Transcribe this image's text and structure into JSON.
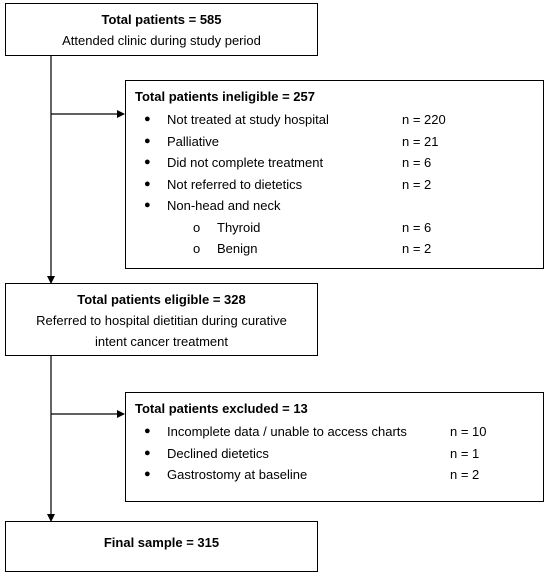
{
  "box1": {
    "title": "Total patients = 585",
    "subtitle": "Attended clinic during study period"
  },
  "ineligible": {
    "title": "Total patients ineligible = 257",
    "items": [
      {
        "label": "Not treated at study hospital",
        "value": "n = 220"
      },
      {
        "label": "Palliative",
        "value": "n = 21"
      },
      {
        "label": "Did not complete treatment",
        "value": "n = 6"
      },
      {
        "label": "Not referred to dietetics",
        "value": "n = 2"
      },
      {
        "label": "Non-head and neck",
        "value": ""
      }
    ],
    "subitems": [
      {
        "label": "Thyroid",
        "value": "n = 6"
      },
      {
        "label": "Benign",
        "value": "n = 2"
      }
    ]
  },
  "eligible": {
    "title": "Total patients eligible = 328",
    "line1": "Referred to hospital dietitian during curative",
    "line2": "intent cancer treatment"
  },
  "excluded": {
    "title": "Total patients excluded = 13",
    "items": [
      {
        "label": "Incomplete data / unable to access charts",
        "value": "n = 10"
      },
      {
        "label": "Declined dietetics",
        "value": "n = 1"
      },
      {
        "label": "Gastrostomy at baseline",
        "value": "n = 2"
      }
    ]
  },
  "final": {
    "title": "Final sample = 315"
  }
}
